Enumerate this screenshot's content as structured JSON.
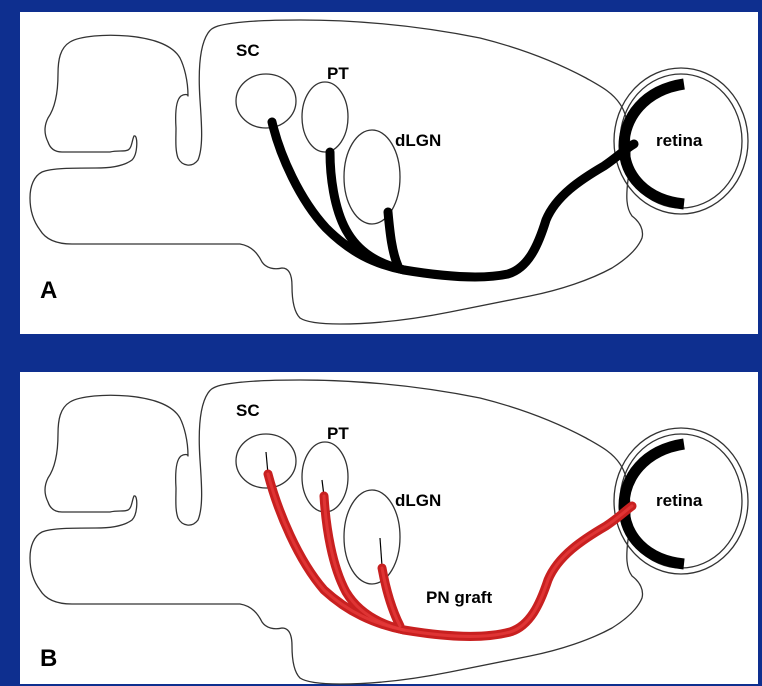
{
  "panels": [
    {
      "letter": "A",
      "labels": {
        "sc": "SC",
        "pt": "PT",
        "dlgn": "dLGN",
        "retina": "retina"
      }
    },
    {
      "letter": "B",
      "labels": {
        "sc": "SC",
        "pt": "PT",
        "dlgn": "dLGN",
        "retina": "retina",
        "graft": "PN graft"
      }
    }
  ],
  "colors": {
    "background": "#0e2f8f",
    "panel": "#ffffff",
    "axon_normal": "#000000",
    "axon_graft": "#c82020"
  }
}
